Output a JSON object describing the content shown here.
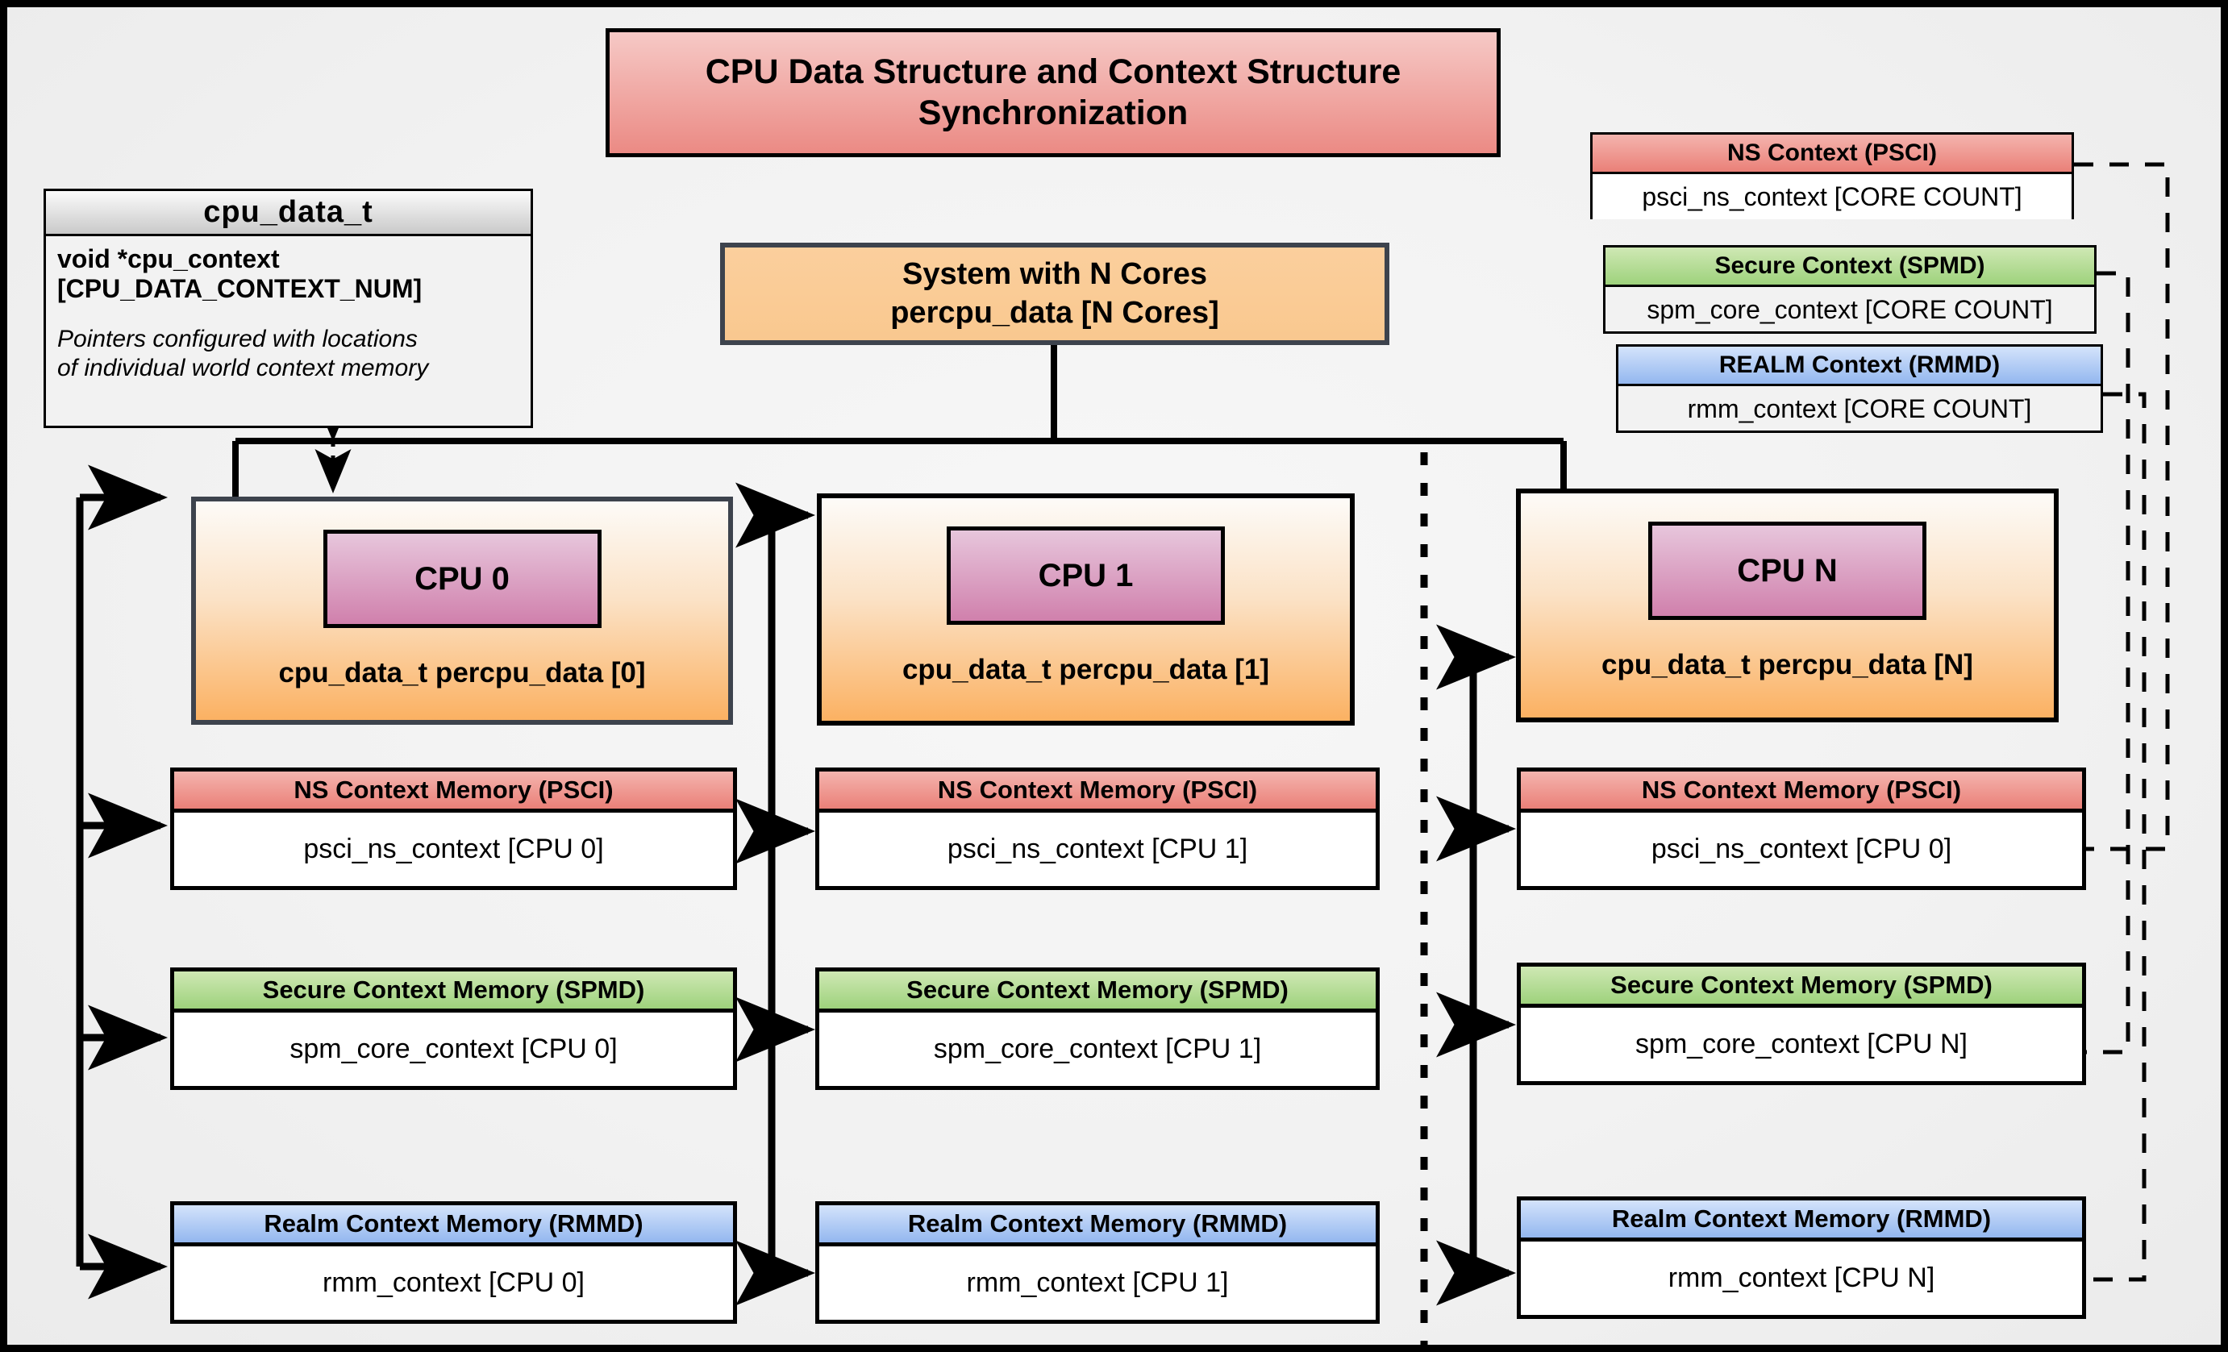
{
  "title": "CPU Data Structure and Context Structure Synchronization",
  "struct": {
    "name": "cpu_data_t",
    "field": "void  *cpu_context [CPU_DATA_CONTEXT_NUM]",
    "field_line1": "void  *cpu_context",
    "field_line2": "[CPU_DATA_CONTEXT_NUM]",
    "note_line1": "Pointers configured with locations",
    "note_line2": "of individual world context memory"
  },
  "system": {
    "line1": "System with N Cores",
    "line2": "percpu_data [N Cores]"
  },
  "legend": [
    {
      "header": "NS Context  (PSCI)",
      "body": "psci_ns_context [CORE COUNT]",
      "color": "#ea8078",
      "name": "ns"
    },
    {
      "header": "Secure Context (SPMD)",
      "body": "spm_core_context [CORE COUNT]",
      "color": "#9ed27c",
      "name": "secure"
    },
    {
      "header": "REALM Context (RMMD)",
      "body": "rmm_context [CORE COUNT]",
      "color": "#93b7ef",
      "name": "realm"
    }
  ],
  "columns": [
    {
      "id": "cpu0",
      "chip": "CPU 0",
      "caption": "cpu_data_t percpu_data [0]",
      "cards": [
        {
          "header": "NS Context Memory (PSCI)",
          "body": "psci_ns_context [CPU 0]",
          "name": "ns"
        },
        {
          "header": "Secure Context Memory (SPMD)",
          "body": "spm_core_context [CPU 0]",
          "name": "secure"
        },
        {
          "header": "Realm Context Memory (RMMD)",
          "body": "rmm_context [CPU 0]",
          "name": "realm"
        }
      ]
    },
    {
      "id": "cpu1",
      "chip": "CPU 1",
      "caption": "cpu_data_t percpu_data [1]",
      "cards": [
        {
          "header": "NS Context Memory (PSCI)",
          "body": "psci_ns_context [CPU 1]",
          "name": "ns"
        },
        {
          "header": "Secure Context Memory (SPMD)",
          "body": "spm_core_context [CPU 1]",
          "name": "secure"
        },
        {
          "header": "Realm Context Memory (RMMD)",
          "body": "rmm_context [CPU 1]",
          "name": "realm"
        }
      ]
    },
    {
      "id": "cpuN",
      "chip": "CPU N",
      "caption": "cpu_data_t percpu_data [N]",
      "cards": [
        {
          "header": "NS Context Memory (PSCI)",
          "body": "psci_ns_context [CPU 0]",
          "name": "ns"
        },
        {
          "header": "Secure Context Memory (SPMD)",
          "body": "spm_core_context [CPU N]",
          "name": "secure"
        },
        {
          "header": "Realm Context Memory (RMMD)",
          "body": "rmm_context [CPU N]",
          "name": "realm"
        }
      ]
    }
  ],
  "colors": {
    "ns_accent": "#ea8078",
    "secure_accent": "#9ed27c",
    "realm_accent": "#93b7ef",
    "cpu_chip": "#d080ac",
    "percpu_orange": "#fbb162",
    "title_red": "#eb8a84",
    "canvas_bg": "#f2f2f2",
    "border": "#000000"
  }
}
